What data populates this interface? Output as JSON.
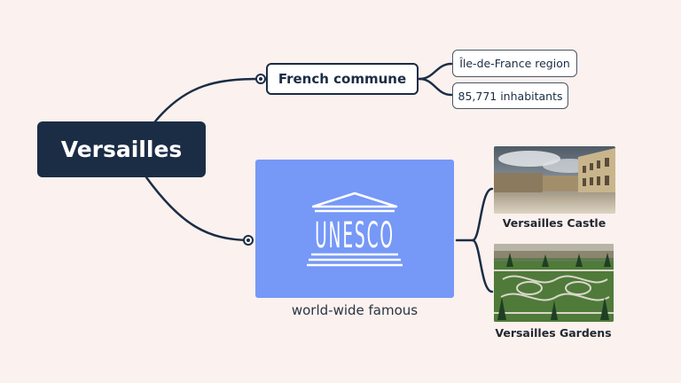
{
  "root": {
    "label": "Versailles"
  },
  "branches": {
    "commune": {
      "label": "French commune",
      "children": [
        {
          "label": "Île-de-France region"
        },
        {
          "label": "85,771 inhabitants"
        }
      ]
    },
    "famous": {
      "label": "world-wide famous",
      "logo_text": "UNESCO",
      "images": [
        {
          "caption": "Versailles Castle"
        },
        {
          "caption": "Versailles Gardens"
        }
      ]
    }
  },
  "colors": {
    "background": "#fbf1ee",
    "root_fill": "#1b2d45",
    "connector": "#1b2d45",
    "unesco_fill": "#7698f7"
  }
}
